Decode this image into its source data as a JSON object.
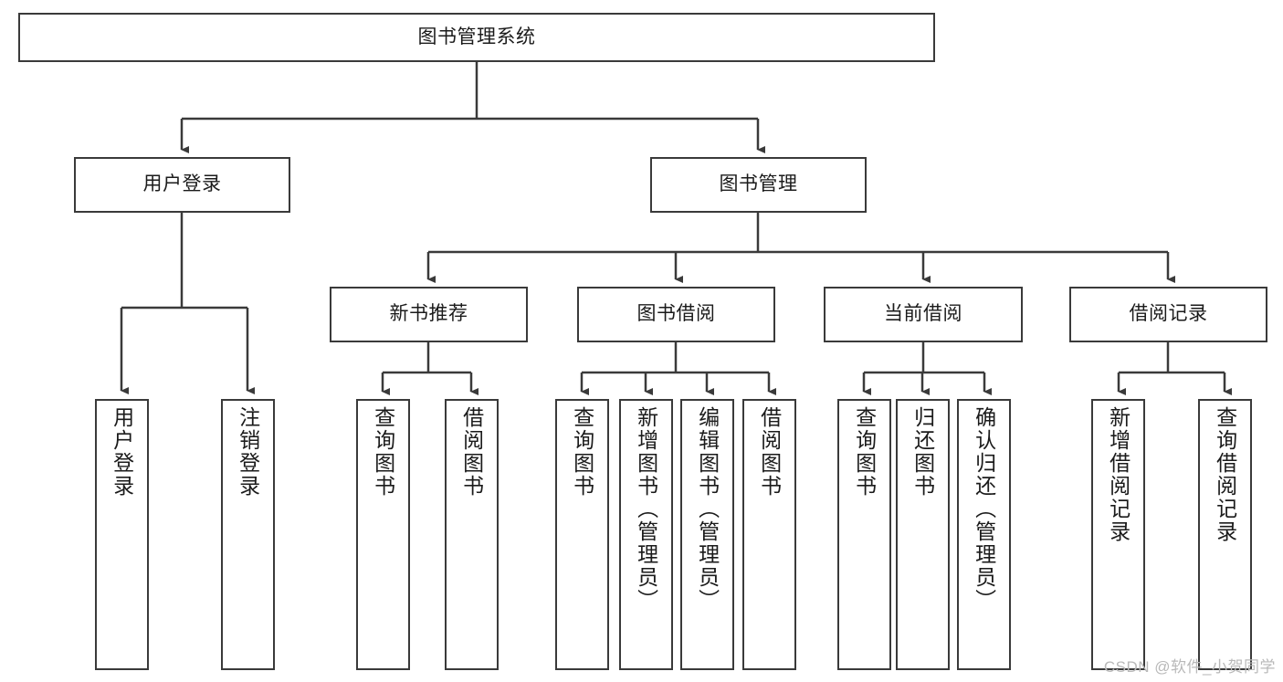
{
  "diagram": {
    "title": "图书管理系统",
    "root": {
      "id": "root",
      "label": "图书管理系统"
    },
    "level2": [
      {
        "id": "user-login",
        "label": "用户登录"
      },
      {
        "id": "book-management",
        "label": "图书管理"
      }
    ],
    "level3": [
      {
        "id": "new-book-recommend",
        "label": "新书推荐",
        "parent": "book-management"
      },
      {
        "id": "book-borrow",
        "label": "图书借阅",
        "parent": "book-management"
      },
      {
        "id": "current-borrow",
        "label": "当前借阅",
        "parent": "book-management"
      },
      {
        "id": "borrow-record",
        "label": "借阅记录",
        "parent": "book-management"
      }
    ],
    "leaves": [
      {
        "id": "leaf-user-login",
        "label": "用户登录",
        "parent": "user-login"
      },
      {
        "id": "leaf-logout-login",
        "label": "注销登录",
        "parent": "user-login"
      },
      {
        "id": "leaf-query-book-1",
        "label": "查询图书",
        "parent": "new-book-recommend"
      },
      {
        "id": "leaf-borrow-book-1",
        "label": "借阅图书",
        "parent": "new-book-recommend"
      },
      {
        "id": "leaf-query-book-2",
        "label": "查询图书",
        "parent": "book-borrow"
      },
      {
        "id": "leaf-add-book",
        "label": "新增图书（管理员）",
        "parent": "book-borrow"
      },
      {
        "id": "leaf-edit-book",
        "label": "编辑图书（管理员）",
        "parent": "book-borrow"
      },
      {
        "id": "leaf-borrow-book-2",
        "label": "借阅图书",
        "parent": "book-borrow"
      },
      {
        "id": "leaf-query-book-3",
        "label": "查询图书",
        "parent": "current-borrow"
      },
      {
        "id": "leaf-return-book",
        "label": "归还图书",
        "parent": "current-borrow"
      },
      {
        "id": "leaf-confirm-return",
        "label": "确认归还（管理员）",
        "parent": "current-borrow"
      },
      {
        "id": "leaf-add-record",
        "label": "新增借阅记录",
        "parent": "borrow-record"
      },
      {
        "id": "leaf-query-record",
        "label": "查询借阅记录",
        "parent": "borrow-record"
      }
    ],
    "colors": {
      "stroke": "#3a3a3a",
      "fill": "#ffffff",
      "text": "#1b1b1b",
      "watermark": "#b9b9b9"
    }
  },
  "watermark": {
    "text": "CSDN @软件_小贺同学"
  }
}
